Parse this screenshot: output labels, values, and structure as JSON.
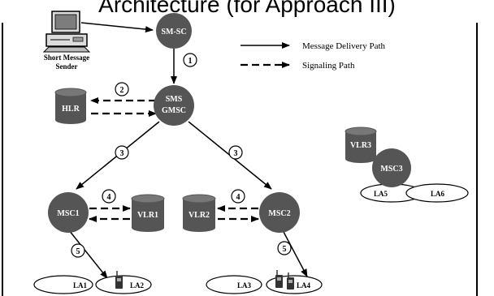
{
  "title": "Architecture (for Approach III)",
  "legend": {
    "delivery": "Message Delivery Path",
    "signaling": "Signaling Path"
  },
  "nodes": {
    "smsc": "SM-SC",
    "gmsc_line1": "SMS",
    "gmsc_line2": "GMSC",
    "hlr": "HLR",
    "msc1": "MSC1",
    "msc2": "MSC2",
    "msc3": "MSC3",
    "vlr1": "VLR1",
    "vlr2": "VLR2",
    "vlr3": "VLR3"
  },
  "sender": {
    "line1": "Short Message",
    "line2": "Sender"
  },
  "steps": [
    "1",
    "2",
    "3",
    "3",
    "4",
    "4",
    "5",
    "5"
  ],
  "areas": [
    "LA1",
    "LA2",
    "LA3",
    "LA4",
    "LA5",
    "LA6"
  ],
  "colors": {
    "node_fill": "#555555",
    "node_text": "#ffffff",
    "line": "#000000"
  }
}
